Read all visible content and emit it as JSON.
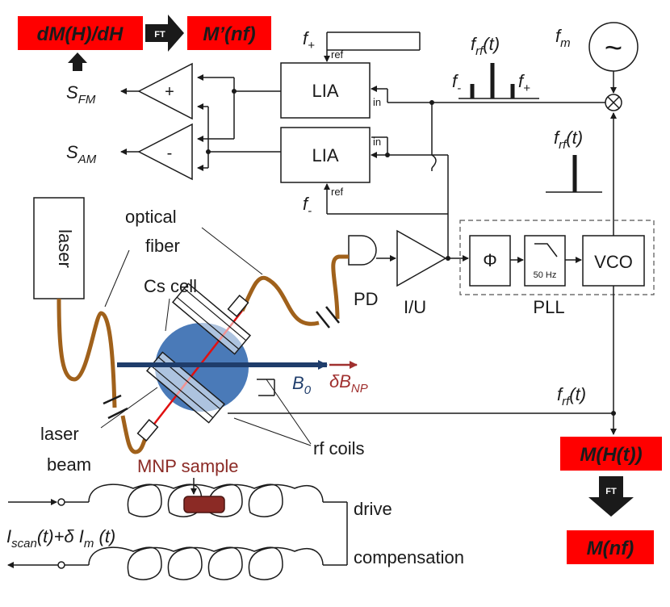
{
  "colors": {
    "result_box": "#ff0000",
    "fiber": "#a0611b",
    "cs_cell": "#4a7ab8",
    "b0_arrow": "#1f3d6b",
    "delta_b_arrow": "#a0302f",
    "mnp_sample": "#8b2a25",
    "laser_line": "#e01010",
    "text": "#1a1a1a"
  },
  "results": {
    "dmdh": "dM(H)/dH",
    "ft_top": "FT",
    "m_prime": "M’(nf)",
    "m_ht": "M(H(t))",
    "ft_right": "FT",
    "m_nf": "M(nf)"
  },
  "signals": {
    "s_fm": {
      "main": "S",
      "sub": "FM"
    },
    "s_am": {
      "main": "S",
      "sub": "AM"
    },
    "plus": "+",
    "minus": "-"
  },
  "lia": {
    "label": "LIA",
    "ref": "ref",
    "in": "in",
    "f_plus": {
      "main": "f",
      "sub": "+"
    },
    "f_minus": {
      "main": "f",
      "sub": "-"
    }
  },
  "spectrum_top": {
    "title": {
      "main": "f",
      "sub": "rf",
      "suffix": "(t)"
    },
    "f_minus": {
      "main": "f",
      "sub": "-"
    },
    "f_plus": {
      "main": "f",
      "sub": "+"
    }
  },
  "spectrum_mid": {
    "title": {
      "main": "f",
      "sub": "rf",
      "suffix": "(t)"
    }
  },
  "modulator": {
    "fm": {
      "main": "f",
      "sub": "m"
    },
    "tilde": "~",
    "mixer": "⊗"
  },
  "pll": {
    "phi": "Φ",
    "filter": "50 Hz",
    "vco": "VCO",
    "label": "PLL"
  },
  "optics": {
    "laser": "laser",
    "optical_fiber_1": "optical",
    "optical_fiber_2": "fiber",
    "cs_cell": "Cs cell",
    "pd": "PD",
    "iu": "I/U",
    "b0": {
      "main": "B",
      "sub": "0"
    },
    "delta_b": {
      "main": "δB",
      "sub": "NP"
    },
    "rf_coils": "rf coils",
    "laser_beam_1": "laser",
    "laser_beam_2": "beam",
    "f_rf": {
      "main": "f",
      "sub": "rf",
      "suffix": "(t)"
    }
  },
  "coils": {
    "mnp_sample": "MNP sample",
    "drive": "drive",
    "compensation": "compensation",
    "i_scan": {
      "main": "I",
      "sub": "scan",
      "mid": "(t)+δ I",
      "sub2": "m",
      "suffix": " (t)"
    }
  }
}
